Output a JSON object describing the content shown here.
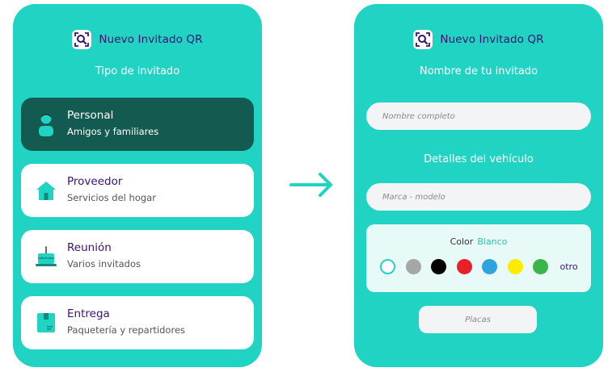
{
  "app_title": "Nuevo Invitado QR",
  "left": {
    "subtitle": "Tipo de invitado",
    "cards": [
      {
        "title": "Personal",
        "desc": "Amigos y familiares",
        "icon": "person-icon",
        "selected": true
      },
      {
        "title": "Proveedor",
        "desc": "Servicios del hogar",
        "icon": "house-icon",
        "selected": false
      },
      {
        "title": "Reunión",
        "desc": "Varios invitados",
        "icon": "cake-icon",
        "selected": false
      },
      {
        "title": "Entrega",
        "desc": "Paquetería y repartidores",
        "icon": "package-icon",
        "selected": false
      }
    ]
  },
  "right": {
    "name_heading": "Nombre de tu invitado",
    "name_placeholder": "Nombre completo",
    "vehicle_heading": "Detalles del vehículo",
    "model_placeholder": "Marca - modelo",
    "color_label": "Color",
    "color_value": "Blanco",
    "color_options": [
      "#ffffff",
      "#a6a6a6",
      "#000000",
      "#e8202a",
      "#2da4e0",
      "#ffeb00",
      "#3ab54a"
    ],
    "other_label": "otro",
    "plates_placeholder": "Placas"
  },
  "colors": {
    "panel": "#20d3c2",
    "selected_card": "#135b51",
    "brand_text": "#3a1170"
  }
}
